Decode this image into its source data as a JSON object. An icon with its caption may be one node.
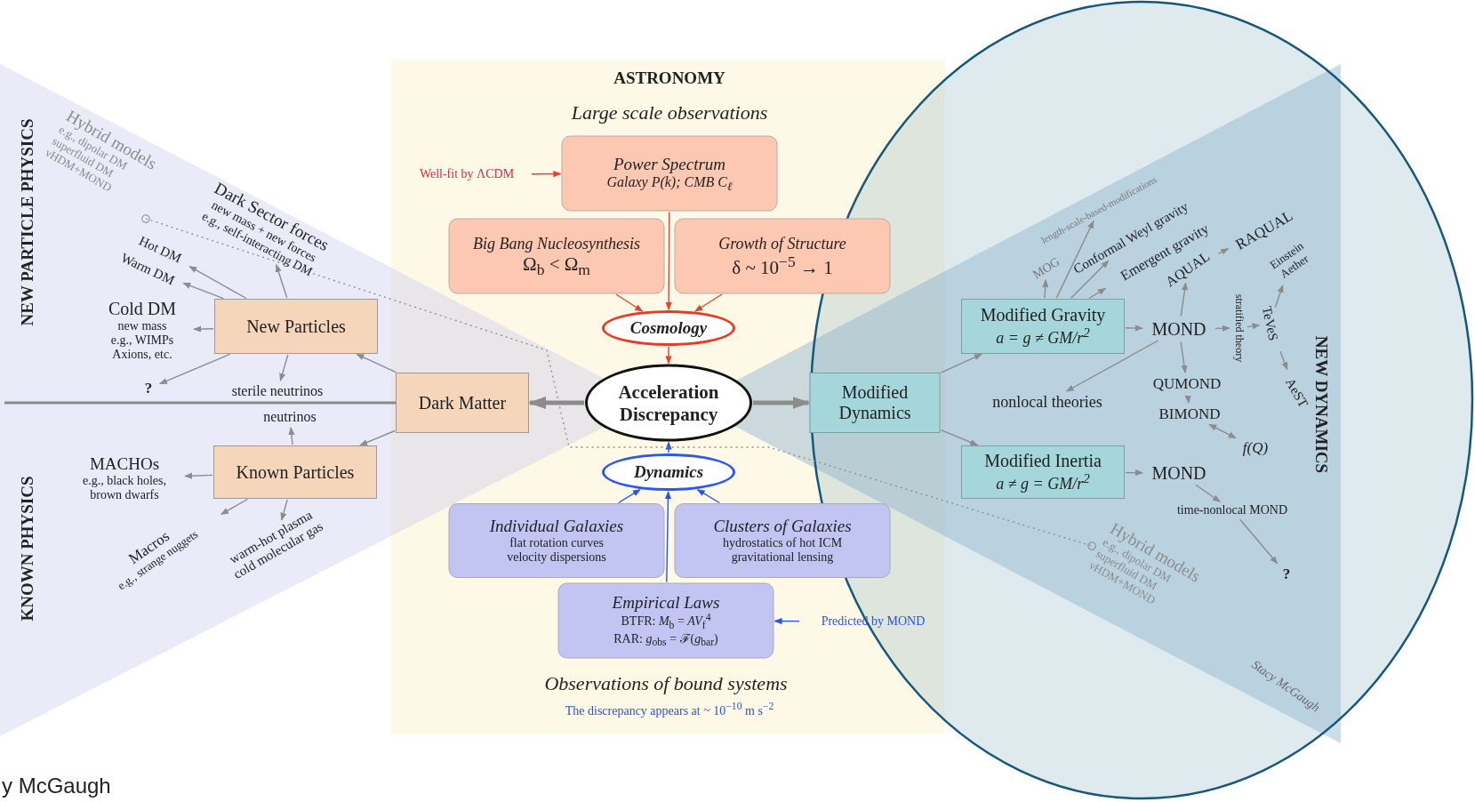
{
  "diagram": {
    "nodes": [
      {
        "text": [
          "Power Spectrum",
          "Galaxy P(k); CMB C$_{ℓ}$"
        ]
      },
      {
        "text": [
          "Big Bang Nucleosynthesis",
          "Ω$_{b}$ < Ω$_{m}$"
        ]
      },
      {
        "text": [
          "Growth of Structure",
          "δ ~ 10$^{−5}$ → 1"
        ]
      },
      {
        "text": [
          "Cosmology"
        ]
      },
      {
        "text": [
          "Acceleration Discrepancy"
        ]
      },
      {
        "text": [
          "Dynamics"
        ]
      },
      {
        "text": [
          "Individual Galaxies",
          "flat rotation curves",
          "velocity dispersions"
        ]
      },
      {
        "text": [
          "Clusters of Galaxies",
          "hydrostatics of hot ICM",
          "gravitational lensing"
        ]
      },
      {
        "text": [
          "Empirical Laws",
          "BTFR: *M*$_{b}$ = *AV*$_{f}$$^{4}$",
          "RAR: *g*$_{obs}$ = ℱ(*g*$_{bar}$)"
        ]
      },
      {
        "text": [
          "Dark Matter"
        ]
      },
      {
        "text": [
          "New Particles"
        ]
      },
      {
        "text": [
          "Known Particles"
        ]
      },
      {
        "text": [
          "Modified Dynamics"
        ]
      },
      {
        "text": [
          "Modified Gravity",
          "a = g ≠ GM/r$^{2}$"
        ]
      },
      {
        "text": [
          "Modified Inertia",
          "a ≠ g = GM/r$^{2}$"
        ]
      },
      {
        "text": [
          "Hybrid models",
          "e.g., dipolar DM",
          "superfluid DM",
          "νHDM+MOND"
        ]
      },
      {
        "text": [
          "Dark Sector forces",
          "new mass + new forces",
          "e.g., self-interacting DM"
        ]
      },
      {
        "text": [
          "Hot DM"
        ]
      },
      {
        "text": [
          "Warm DM"
        ]
      },
      {
        "text": [
          "Cold DM",
          "new mass",
          "e.g., WIMPs",
          "Axions, etc."
        ]
      },
      {
        "text": [
          "?"
        ]
      },
      {
        "text": [
          "sterile neutrinos"
        ]
      },
      {
        "text": [
          "neutrinos"
        ]
      },
      {
        "text": [
          "MACHOs",
          "e.g., black holes,",
          "brown dwarfs"
        ]
      },
      {
        "text": [
          "Macros",
          "e.g., strange nuggets"
        ]
      },
      {
        "text": [
          "warm-hot plasma",
          "cold molecular gas"
        ]
      },
      {
        "text": [
          "length-scale-based-modifications"
        ]
      },
      {
        "text": [
          "MOG"
        ]
      },
      {
        "text": [
          "Conformal Weyl gravity"
        ]
      },
      {
        "text": [
          "Emergent gravity"
        ]
      },
      {
        "text": [
          "MOND"
        ]
      },
      {
        "text": [
          "AQUAL"
        ]
      },
      {
        "text": [
          "RAQUAL"
        ]
      },
      {
        "text": [
          "stratified theory"
        ]
      },
      {
        "text": [
          "TeVeS"
        ]
      },
      {
        "text": [
          "Einstein Aether"
        ]
      },
      {
        "text": [
          "AeST"
        ]
      },
      {
        "text": [
          "nonlocal theories"
        ]
      },
      {
        "text": [
          "QUMOND"
        ]
      },
      {
        "text": [
          "BIMOND"
        ]
      },
      {
        "text": [
          "f(Q)"
        ]
      },
      {
        "text": [
          "MOND"
        ]
      },
      {
        "text": [
          "time-nonlocal MOND"
        ]
      },
      {
        "text": [
          "?"
        ]
      },
      {
        "text": [
          "Hybrid models",
          "e.g., dipolar DM",
          "superfluid DM",
          "νHDM+MOND"
        ]
      },
      {
        "text": [
          "Well-fit by ΛCDM"
        ]
      },
      {
        "text": [
          "Predicted by MOND"
        ]
      }
    ],
    "edges": [
      {
        "from": 45,
        "to": 0,
        "arrow": "to",
        "color": "#e8412c"
      },
      {
        "from": 0,
        "to": 3,
        "arrow": "to",
        "color": "#e8412c"
      },
      {
        "from": 1,
        "to": 3,
        "arrow": "to",
        "color": "#e8412c"
      },
      {
        "from": 2,
        "to": 3,
        "arrow": "to",
        "color": "#e8412c"
      },
      {
        "from": 3,
        "to": 4,
        "arrow": "to",
        "color": "#e8412c"
      },
      {
        "from": 6,
        "to": 5,
        "arrow": "to",
        "color": "#2950f0"
      },
      {
        "from": 7,
        "to": 5,
        "arrow": "to",
        "color": "#2950f0"
      },
      {
        "from": 8,
        "to": 5,
        "arrow": "to",
        "color": "#2950f0"
      },
      {
        "from": 5,
        "to": 4,
        "arrow": "to",
        "color": "#2950f0"
      },
      {
        "from": 46,
        "to": 8,
        "arrow": "to",
        "color": "#2950f0"
      },
      {
        "from": 4,
        "to": 9,
        "arrow": "to",
        "style": "thick"
      },
      {
        "from": 4,
        "to": 12,
        "arrow": "to",
        "style": "thick"
      },
      {
        "from": 9,
        "to": 10,
        "arrow": "to"
      },
      {
        "from": 9,
        "to": 11,
        "arrow": "to"
      },
      {
        "from": 10,
        "to": 16,
        "arrow": "to"
      },
      {
        "from": 10,
        "to": 17,
        "arrow": "to"
      },
      {
        "from": 10,
        "to": 18,
        "arrow": "to"
      },
      {
        "from": 10,
        "to": 19,
        "arrow": "to"
      },
      {
        "from": 10,
        "to": 20,
        "arrow": "to"
      },
      {
        "from": 10,
        "to": 21,
        "arrow": "to"
      },
      {
        "from": 11,
        "to": 22,
        "arrow": "to"
      },
      {
        "from": 11,
        "to": 23,
        "arrow": "to"
      },
      {
        "from": 11,
        "to": 24,
        "arrow": "to"
      },
      {
        "from": 11,
        "to": 25,
        "arrow": "to"
      },
      {
        "from": 12,
        "to": 13,
        "arrow": "to"
      },
      {
        "from": 12,
        "to": 14,
        "arrow": "to"
      },
      {
        "from": 13,
        "to": 26,
        "arrow": "to"
      },
      {
        "from": 13,
        "to": 27,
        "arrow": "to"
      },
      {
        "from": 13,
        "to": 28,
        "arrow": "to"
      },
      {
        "from": 13,
        "to": 29,
        "arrow": "to"
      },
      {
        "from": 13,
        "to": 30,
        "arrow": "to"
      },
      {
        "from": 30,
        "to": 31,
        "arrow": "to"
      },
      {
        "from": 31,
        "to": 32,
        "arrow": "to"
      },
      {
        "from": 30,
        "to": 33,
        "arrow": "to"
      },
      {
        "from": 33,
        "to": 34,
        "arrow": "to"
      },
      {
        "from": 34,
        "to": 35,
        "arrow": "to"
      },
      {
        "from": 34,
        "to": 36,
        "arrow": "to"
      },
      {
        "from": 30,
        "to": 37,
        "arrow": "to"
      },
      {
        "from": 30,
        "to": 38,
        "arrow": "to"
      },
      {
        "from": 38,
        "to": 39,
        "arrow": "to"
      },
      {
        "from": 39,
        "to": 40,
        "arrow": "both"
      },
      {
        "from": 14,
        "to": 41,
        "arrow": "to"
      },
      {
        "from": 41,
        "to": 42,
        "arrow": "to"
      },
      {
        "from": 42,
        "to": 43,
        "arrow": "to"
      },
      {
        "from": 15,
        "to": 44,
        "arrow": "other",
        "style": "dashed"
      }
    ],
    "labels": [
      "NEW PARTICLE PHYSICS",
      "ASTRONOMY",
      "Large scale observations",
      "NEW DYNAMICS",
      "KNOWN PHYSICS",
      "Observations of bound systems",
      "The discrepancy appears at ~ 10$^{−10}$ m s$^{−2}$",
      "Stacy McGaugh",
      "y McGaugh"
    ]
  }
}
